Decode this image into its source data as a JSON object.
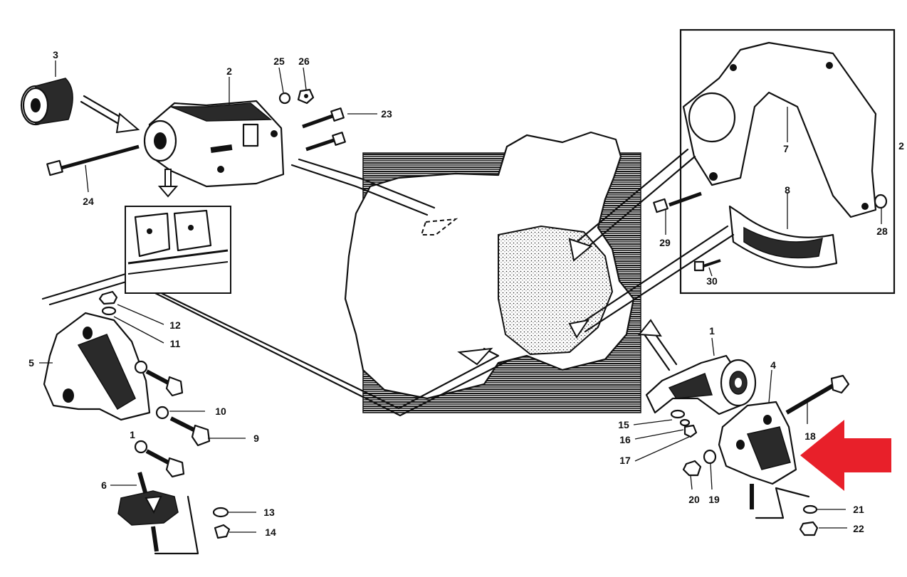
{
  "part_labels": [
    "1",
    "1",
    "2",
    "2",
    "3",
    "4",
    "5",
    "6",
    "7",
    "8",
    "9",
    "10",
    "11",
    "12",
    "13",
    "14",
    "15",
    "16",
    "17",
    "18",
    "19",
    "20",
    "21",
    "22",
    "23",
    "24",
    "25",
    "26",
    "28",
    "29",
    "30"
  ],
  "colors": {
    "ink": "#111111",
    "paper": "#ffffff",
    "hatch": "#2a2a2a",
    "highlight_arrow": "#e8202a"
  }
}
